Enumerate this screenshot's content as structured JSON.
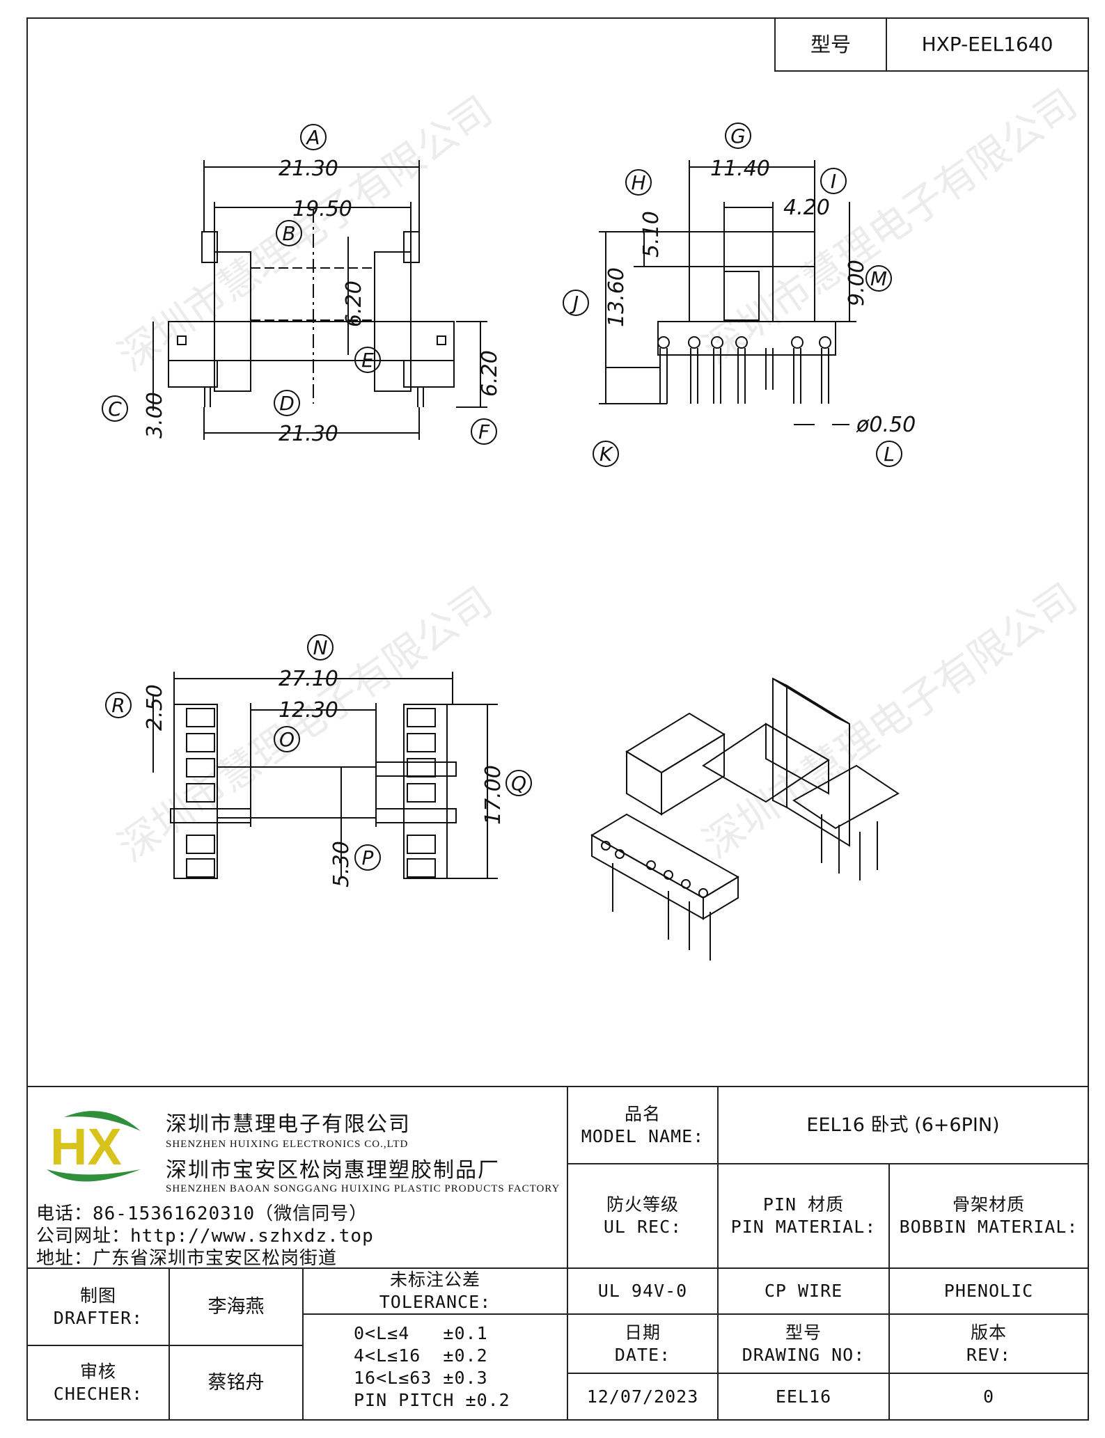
{
  "header": {
    "model_label": "型号",
    "model_value": "HXP-EEL1640"
  },
  "drawing": {
    "top_left": {
      "A": "21.30",
      "B": "19.50",
      "height": "6.20",
      "bottom": "21.30",
      "pin_len": "3.00",
      "side": "6.20"
    },
    "top_right": {
      "top": "11.40",
      "inner": "4.20",
      "h": "5.10",
      "total": "13.60",
      "m": "9.00",
      "pin_dia": "ø0.50"
    },
    "bottom_left": {
      "width": "27.10",
      "inner": "12.30",
      "pitch": "2.50",
      "gap": "5.30",
      "depth": "17.00"
    },
    "letters": [
      "A",
      "B",
      "C",
      "D",
      "E",
      "F",
      "G",
      "H",
      "I",
      "J",
      "K",
      "L",
      "M",
      "N",
      "O",
      "P",
      "Q",
      "R"
    ]
  },
  "company": {
    "name_cn": "深圳市慧理电子有限公司",
    "name_en": "SHENZHEN HUIXING ELECTRONICS CO.,LTD",
    "factory_cn": "深圳市宝安区松岗惠理塑胶制品厂",
    "factory_en": "SHENZHEN BAOAN SONGGANG HUIXING PLASTIC PRODUCTS FACTORY",
    "phone": "电话：86-15361620310（微信同号）",
    "website": "公司网址：http://www.szhxdz.top",
    "address": "地址：广东省深圳市宝安区松岗街道",
    "logo_text": "HX",
    "watermark": "深圳市慧理电子有限公司"
  },
  "title_block": {
    "model_name_cn": "品名",
    "model_name_en": "MODEL NAME:",
    "model_name_value": "EEL16 卧式 (6+6PIN)",
    "ul_cn": "防火等级",
    "ul_en": "UL REC:",
    "pin_cn": "PIN 材质",
    "pin_en": "PIN MATERIAL:",
    "bobbin_cn": "骨架材质",
    "bobbin_en": "BOBBIN MATERIAL:",
    "ul_value": "UL 94V-0",
    "pin_value": "CP WIRE",
    "bobbin_value": "PHENOLIC",
    "drafter_cn": "制图",
    "drafter_en": "DRAFTER:",
    "drafter_name": "李海燕",
    "checker_cn": "审核",
    "checker_en": "CHECHER:",
    "checker_name": "蔡铭舟",
    "tolerance_cn": "未标注公差",
    "tolerance_en": "TOLERANCE:",
    "tol_1": "0<L≤4   ±0.1",
    "tol_2": "4<L≤16  ±0.2",
    "tol_3": "16<L≤63 ±0.3",
    "tol_4": "PIN PITCH ±0.2",
    "date_cn": "日期",
    "date_en": "DATE:",
    "date_value": "12/07/2023",
    "drawing_no_cn": "型号",
    "drawing_no_en": "DRAWING NO:",
    "drawing_no_value": "EEL16",
    "rev_cn": "版本",
    "rev_en": "REV:",
    "rev_value": "0"
  }
}
